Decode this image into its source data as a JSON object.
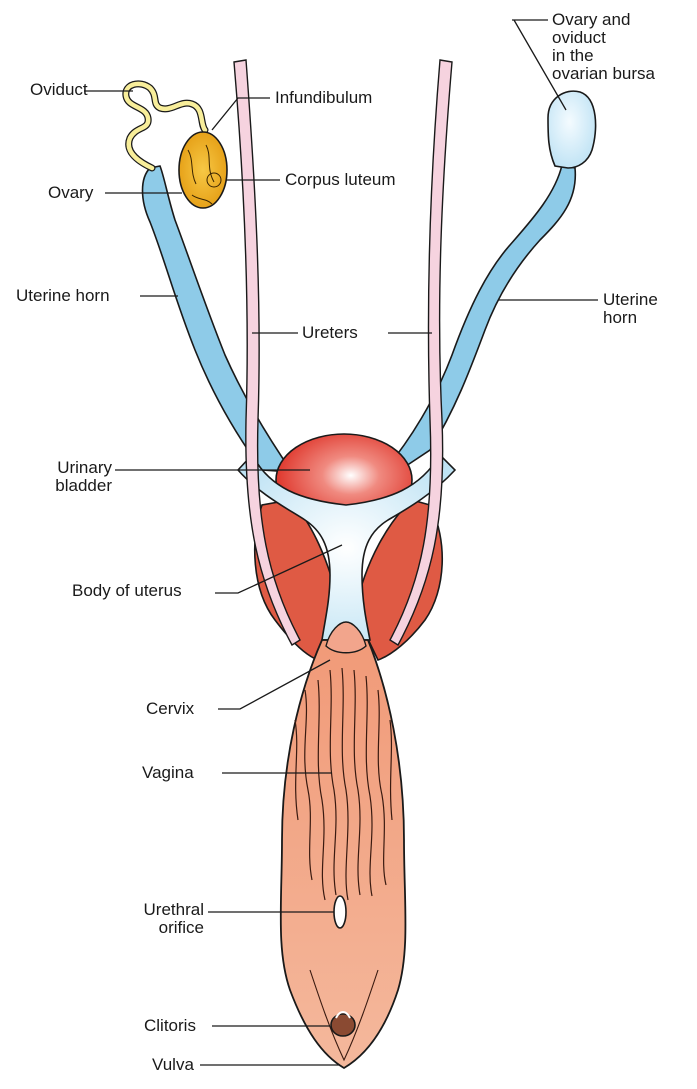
{
  "labels": {
    "oviduct": "Oviduct",
    "infundibulum": "Infundibulum",
    "ovary": "Ovary",
    "corpus_luteum": "Corpus luteum",
    "ovary_bursa": "Ovary and\noviduct\nin the\novarian bursa",
    "uterine_horn_left": "Uterine horn",
    "uterine_horn_right": "Uterine\nhorn",
    "ureters": "Ureters",
    "urinary_bladder": "Urinary\nbladder",
    "body_of_uterus": "Body of uterus",
    "cervix": "Cervix",
    "vagina": "Vagina",
    "urethral_orifice": "Urethral\norifice",
    "clitoris": "Clitoris",
    "vulva": "Vulva"
  },
  "colors": {
    "uterus_blue": "#8ecbe8",
    "uterus_light": "#dff1fa",
    "ureter_pink": "#f6d3df",
    "bladder_red": "#e0473a",
    "muscle_red": "#df5a44",
    "vagina_peach": "#f0a585",
    "ovary_yellow": "#f0b21e",
    "oviduct_yellow": "#f8ee9a",
    "outline": "#1a1a1a"
  }
}
